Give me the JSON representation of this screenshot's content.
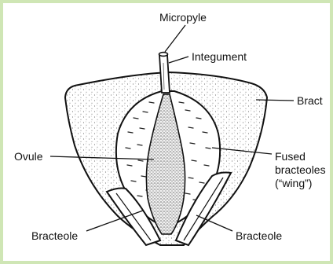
{
  "labels": {
    "micropyle": "Micropyle",
    "integument": "Integument",
    "bract": "Bract",
    "ovule": "Ovule",
    "fused_bracteoles_1": "Fused",
    "fused_bracteoles_2": "bracteoles",
    "fused_bracteoles_3": "(“wing”)",
    "bracteole_left": "Bracteole",
    "bracteole_right": "Bracteole"
  },
  "colors": {
    "frame": "#cfe6b5",
    "background": "#ffffff",
    "ink": "#111111"
  }
}
